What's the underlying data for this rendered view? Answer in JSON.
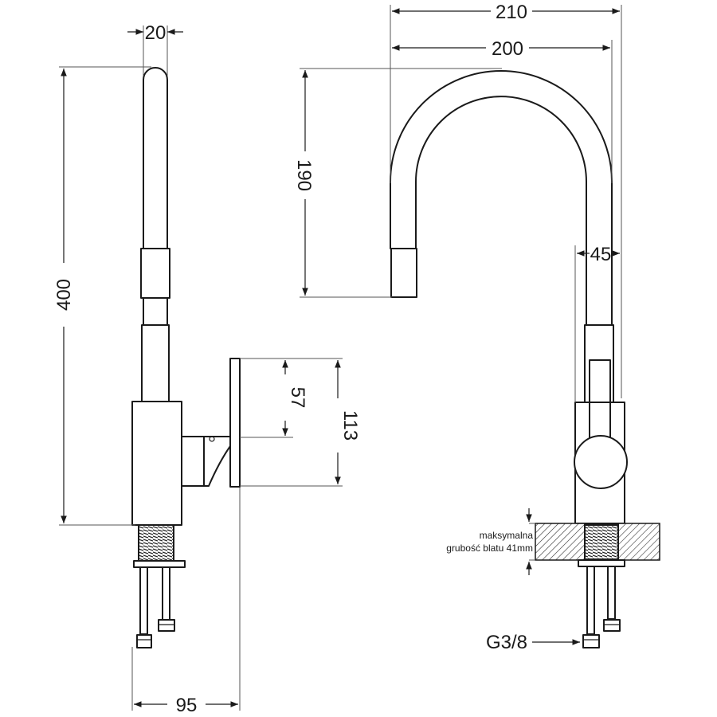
{
  "dimensions": {
    "top_width_outer": "210",
    "top_width_inner": "200",
    "spout_height": "190",
    "side_pipe_width": "20",
    "total_height": "400",
    "lever_height": "57",
    "handle_height": "113",
    "spout_offset": "45",
    "base_depth": "95"
  },
  "annotations": {
    "counter_note_line1": "maksymalna",
    "counter_note_line2": "grubość blatu 41mm",
    "connector_label": "G3/8"
  }
}
